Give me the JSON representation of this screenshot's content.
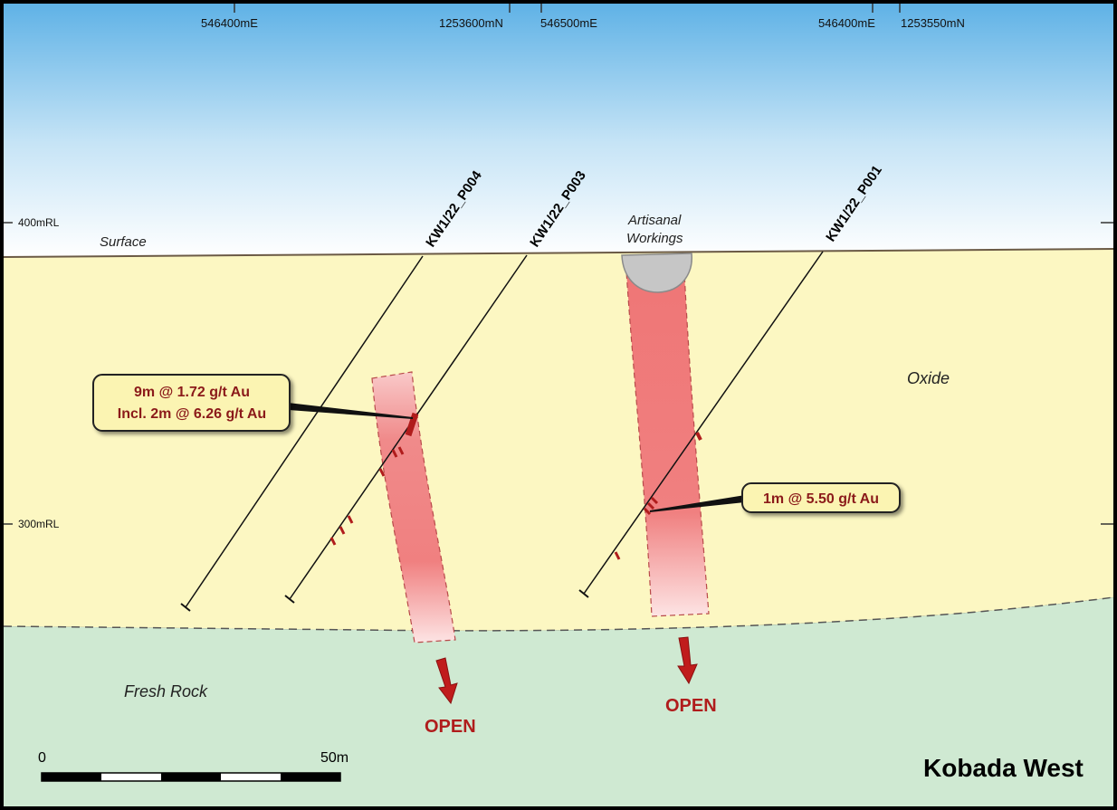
{
  "title": "Kobada West",
  "coordinates": {
    "tick_1": "546400mE",
    "tick_2": "1253600mN",
    "tick_3": "546500mE",
    "tick_4": "546400mE",
    "tick_5": "1253550mN"
  },
  "rl_labels": {
    "rl_400": "400mRL",
    "rl_300": "300mRL"
  },
  "zones": {
    "surface": "Surface",
    "oxide": "Oxide",
    "fresh_rock": "Fresh Rock"
  },
  "artisanal": {
    "line1": "Artisanal",
    "line2": "Workings"
  },
  "drillholes": {
    "p004": "KW1/22_P004",
    "p003": "KW1/22_P003",
    "p001": "KW1/22_P001"
  },
  "callouts": {
    "p003_line1": "9m @ 1.72 g/t Au",
    "p003_line2": "Incl. 2m @ 6.26 g/t Au",
    "p001_line1": "1m @ 5.50 g/t Au"
  },
  "open_labels": {
    "left": "OPEN",
    "right": "OPEN"
  },
  "scale_bar": {
    "start": "0",
    "end": "50m"
  },
  "colors": {
    "sky_top": "#5fb2e6",
    "sky_bottom": "#ffffff",
    "oxide": "#fcf7c2",
    "fresh_rock": "#cfe9d2",
    "lode": "#f07c7c",
    "arrow": "#c01c1c"
  }
}
